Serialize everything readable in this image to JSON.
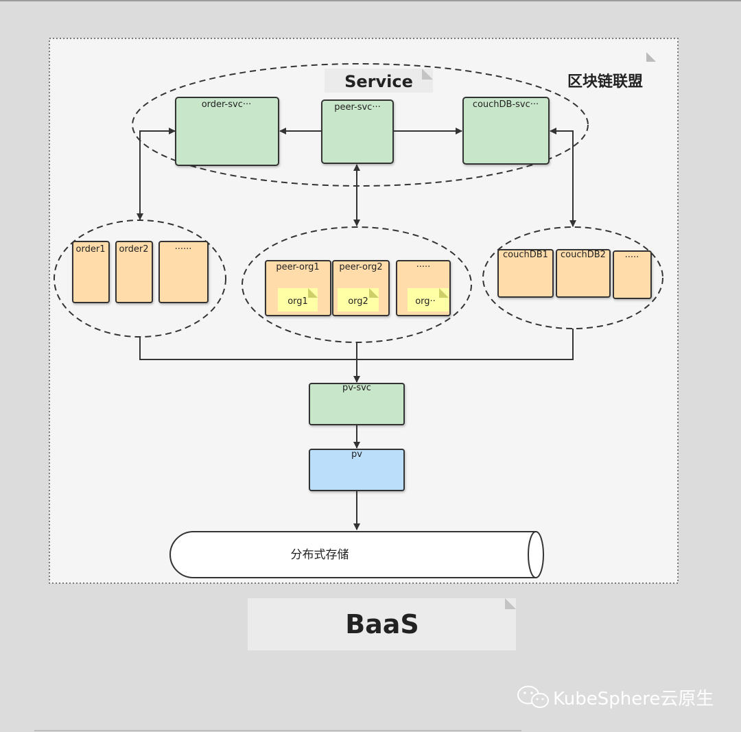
{
  "alliance_label": "区块链联盟",
  "service": {
    "title": "Service",
    "order_svc": "order-svc···",
    "peer_svc": "peer-svc···",
    "couchdb_svc": "couchDB-svc···"
  },
  "orders": {
    "order1": "order1",
    "order2": "order2",
    "more": "······"
  },
  "peers": {
    "peer_org1": "peer-org1",
    "peer_org2": "peer-org2",
    "more": "·····",
    "org1": "org1",
    "org2": "org2",
    "org_more": "org··"
  },
  "couchdbs": {
    "couchdb1": "couchDB1",
    "couchdb2": "couchDB2",
    "more": "·····"
  },
  "pv_svc": "pv-svc",
  "pv": "pv",
  "storage": "分布式存储",
  "baas": "BaaS",
  "watermark": "KubeSphere云原生",
  "colors": {
    "svc_green": "#c8e6c9",
    "pod_orange": "#ffdcaa",
    "note_yellow": "#ffffa6",
    "pv_blue": "#bbdefb",
    "panel": "#f5f5f5",
    "background": "#dcdcdc"
  }
}
